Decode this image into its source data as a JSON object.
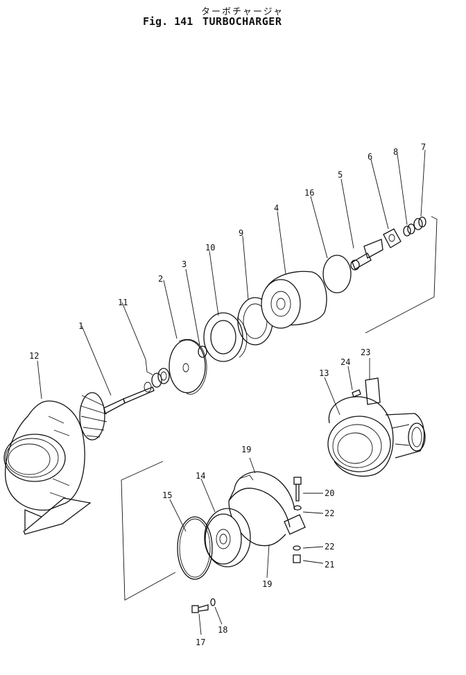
{
  "header": {
    "japanese_title": "ターボチャージャ",
    "figure_label": "Fig. 141",
    "figure_title": "TURBOCHARGER"
  },
  "callouts": {
    "c1": "1",
    "c2": "2",
    "c3": "3",
    "c4": "4",
    "c5": "5",
    "c6": "6",
    "c7": "7",
    "c8": "8",
    "c9": "9",
    "c10": "10",
    "c11": "11",
    "c12": "12",
    "c13": "13",
    "c14": "14",
    "c15": "15",
    "c16": "16",
    "c17": "17",
    "c18": "18",
    "c19a": "19",
    "c19b": "19",
    "c20": "20",
    "c21": "21",
    "c22a": "22",
    "c22b": "22",
    "c23": "23",
    "c24": "24"
  }
}
